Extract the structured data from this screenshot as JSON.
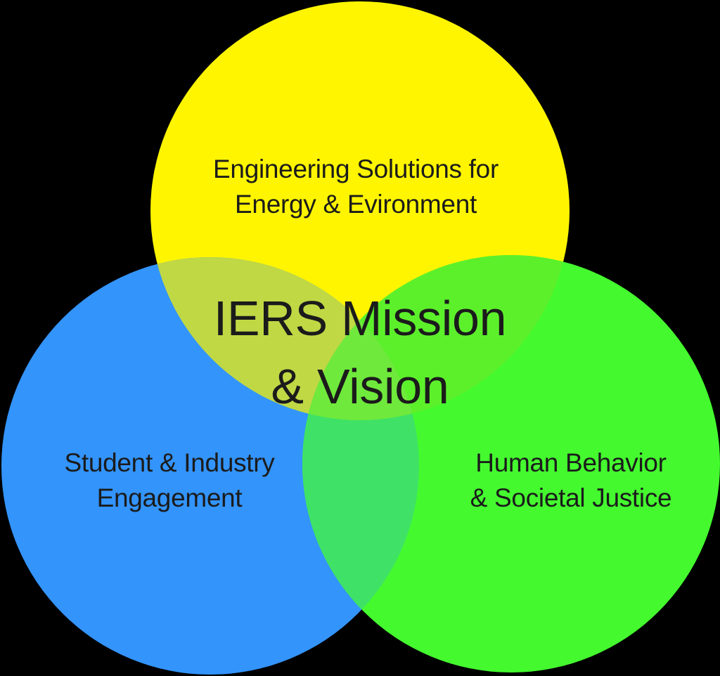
{
  "page": {
    "background_color": "#000000",
    "text_color": "#1B1B1B"
  },
  "diagram": {
    "type": "venn-3-circle",
    "center_title": {
      "line1": "IERS Mission",
      "line2": "& Vision"
    },
    "sets": {
      "energy": {
        "line1": "Engineering Solutions for",
        "line2": "Energy & Evironment",
        "color": "#FFF500"
      },
      "students": {
        "line1": "Student & Industry",
        "line2": "Engagement",
        "color": "#3394FB"
      },
      "society": {
        "line1": "Human Behavior",
        "line2": "& Societal Justice",
        "color": "#44FA2F"
      }
    },
    "overlap_colors": {
      "energy_students": "#C0D844",
      "energy_society": "#5CF02B",
      "students_society": "#3FE266",
      "all_three": "#6FE93B"
    }
  }
}
